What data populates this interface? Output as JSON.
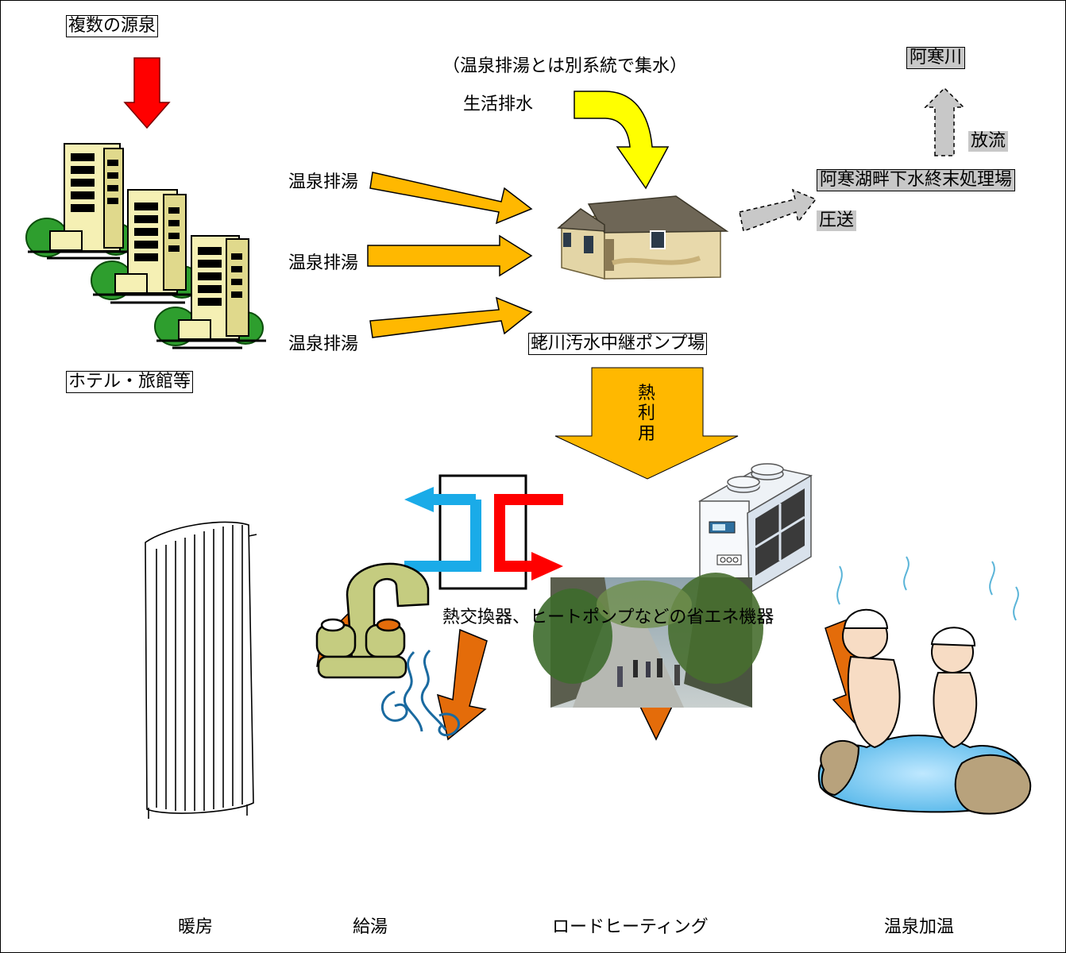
{
  "labels": {
    "sources": "複数の源泉",
    "hotels": "ホテル・旅館等",
    "separate_note": "（温泉排湯とは別系統で集水）",
    "domestic_wastewater": "生活排水",
    "onsen_drain_1": "温泉排湯",
    "onsen_drain_2": "温泉排湯",
    "onsen_drain_3": "温泉排湯",
    "pump_station": "蛯川汚水中継ポンプ場",
    "akan_river": "阿寒川",
    "discharge": "放流",
    "treatment_plant": "阿寒湖畔下水終末処理場",
    "pressure_feed": "圧送",
    "heat_use": "熱利用",
    "equipment": "熱交換器、ヒートポンプなどの省エネ機器",
    "heating": "暖房",
    "hot_water": "給湯",
    "road_heating": "ロードヒーティング",
    "onsen_warming": "温泉加温"
  },
  "colors": {
    "red_arrow": "#ff0000",
    "yellow_arrow": "#ffff00",
    "orange_arrow": "#ffb800",
    "gray_box": "#c8c8c8",
    "output_arrow": "#e46c0a",
    "cold_pipe": "#1aabe8",
    "hot_pipe": "#ff0000"
  }
}
